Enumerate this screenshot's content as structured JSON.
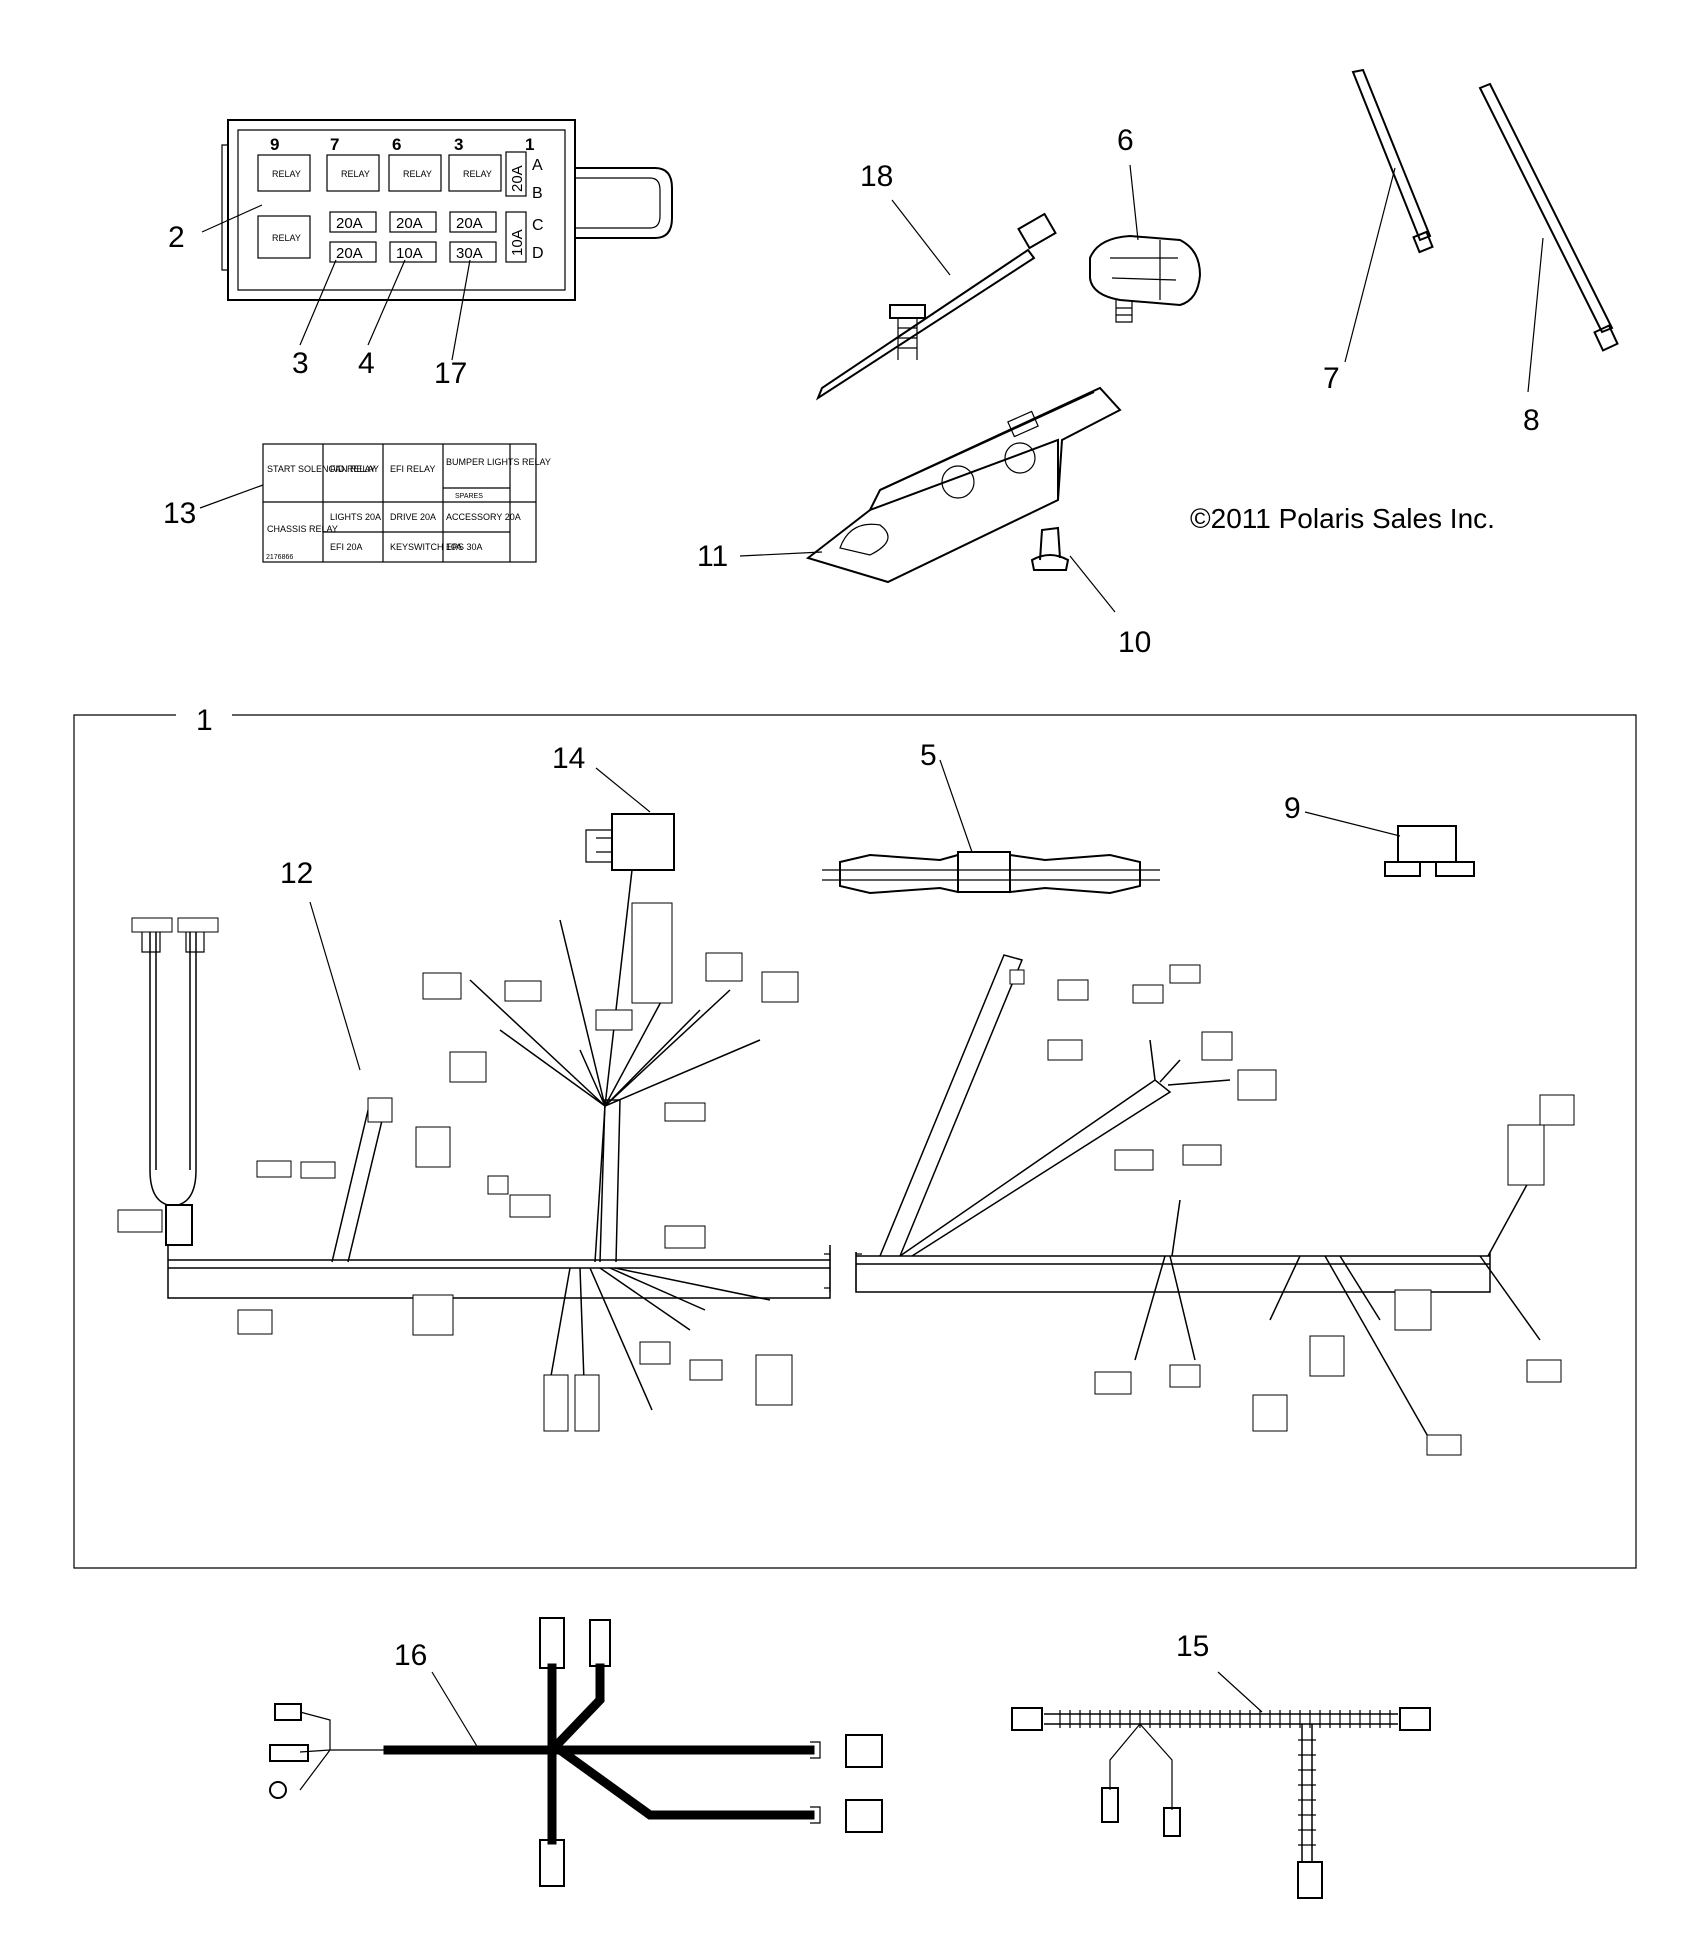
{
  "copyright": "©2011 Polaris Sales Inc.",
  "callouts": {
    "c1": "1",
    "c2": "2",
    "c3": "3",
    "c4": "4",
    "c5": "5",
    "c6": "6",
    "c7": "7",
    "c8": "8",
    "c9": "9",
    "c10": "10",
    "c11": "11",
    "c12": "12",
    "c13": "13",
    "c14": "14",
    "c15": "15",
    "c16": "16",
    "c17": "17",
    "c18": "18"
  },
  "fuse_box": {
    "column_numbers": [
      "9",
      "7",
      "6",
      "3",
      "1"
    ],
    "row_letters": [
      "A",
      "B",
      "C",
      "D"
    ],
    "relay_label": "RELAY",
    "fuses": [
      "20A",
      "20A",
      "20A",
      "20A",
      "10A",
      "30A",
      "20A",
      "10A"
    ]
  },
  "fuse_label": {
    "cells": [
      "START SOLENOID RELAY",
      "FAN RELAY",
      "EFI RELAY",
      "BUMPER LIGHTS RELAY",
      "CHASSIS RELAY",
      "LIGHTS 20A",
      "DRIVE 20A",
      "ACCESSORY 20A",
      "EFI 20A",
      "KEYSWITCH 10A",
      "EPS 30A"
    ],
    "spares": "SPARES",
    "part_number": "2176866"
  }
}
